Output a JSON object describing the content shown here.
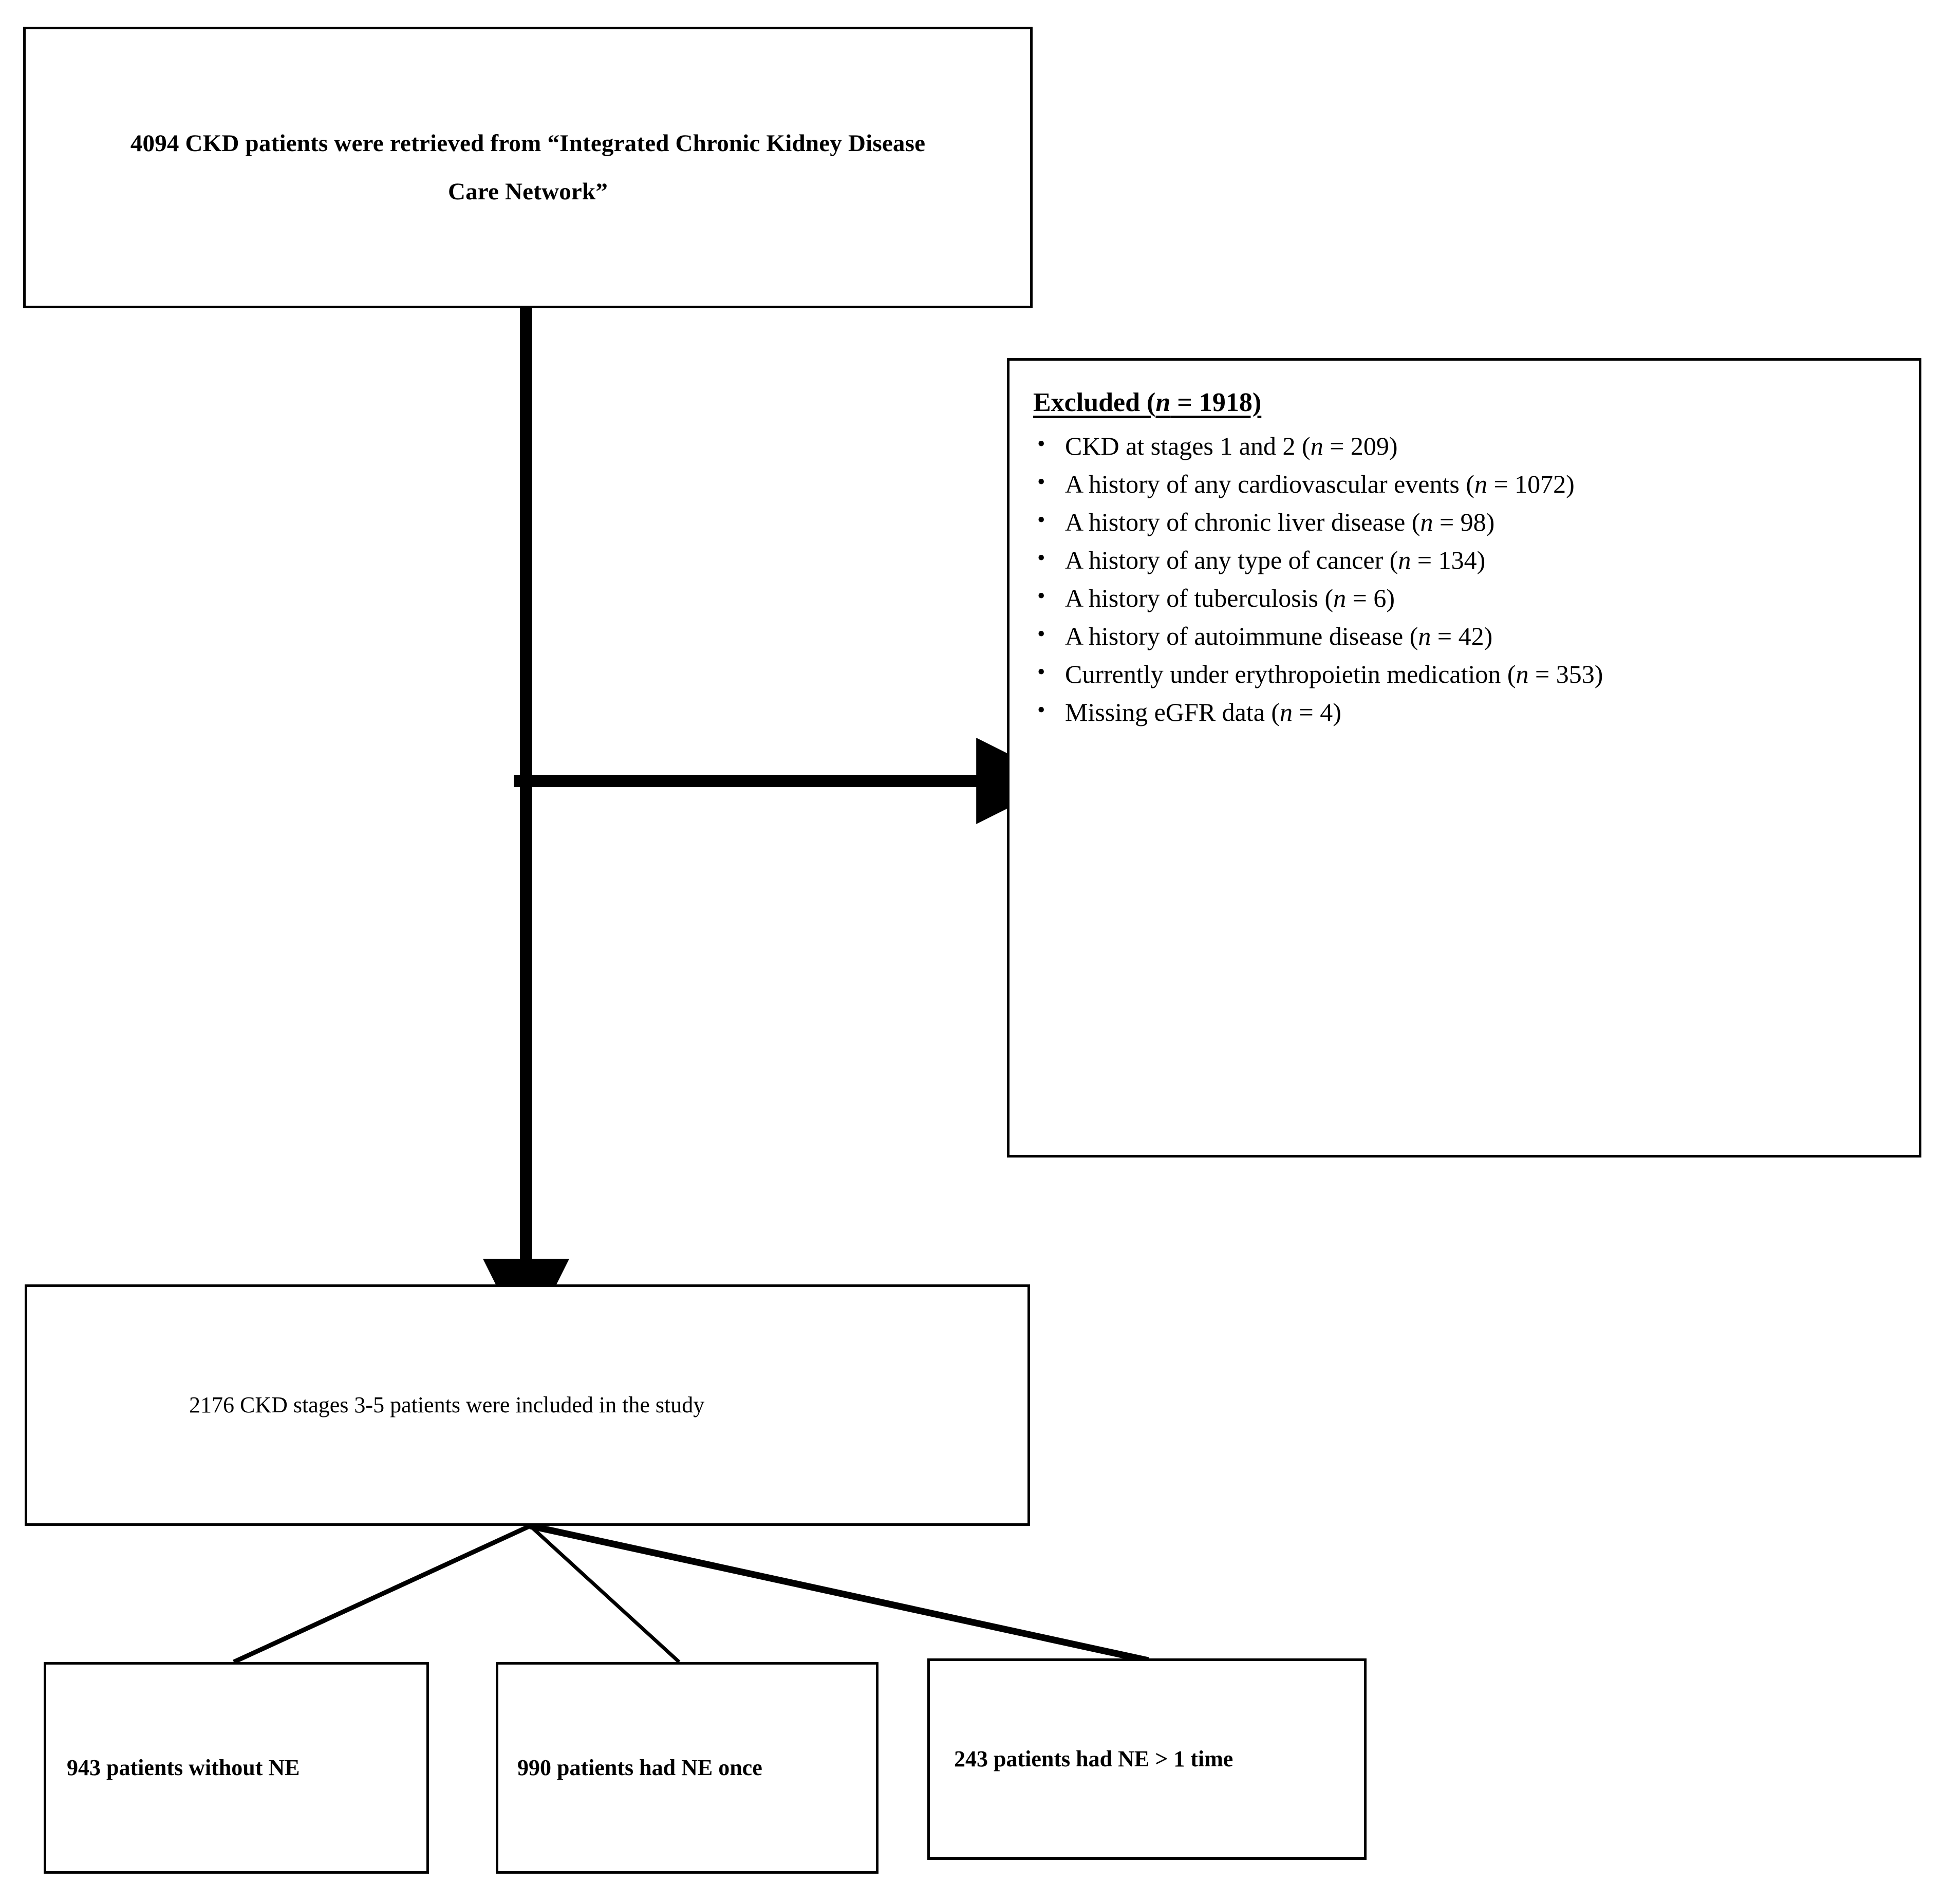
{
  "diagram": {
    "title": "CKD patient cohort selection flowchart",
    "line_color": "#000000",
    "background_color": "#ffffff"
  },
  "nodes": {
    "source": {
      "line1": "4094 CKD patients were retrieved from “Integrated Chronic Kidney Disease",
      "line2": "Care Network”",
      "count": "4094"
    },
    "excluded": {
      "heading_prefix": "Excluded (",
      "heading_n": "n",
      "heading_suffix": " = 1918)",
      "total": "1918",
      "bullet_glyph": "•",
      "items": [
        {
          "label": "CKD at stages 1 and 2 (",
          "n_symbol": "n",
          "value": " = 209)",
          "count": "209"
        },
        {
          "label": "A history of any cardiovascular events (",
          "n_symbol": "n",
          "value": " = 1072)",
          "count": "1072"
        },
        {
          "label": "A history of chronic liver disease (",
          "n_symbol": "n",
          "value": " = 98)",
          "count": "98"
        },
        {
          "label": "A history of any type of cancer (",
          "n_symbol": "n",
          "value": " = 134)",
          "count": "134"
        },
        {
          "label": "A history of tuberculosis (",
          "n_symbol": "n",
          "value": " = 6)",
          "count": "6"
        },
        {
          "label": "A history of autoimmune disease (",
          "n_symbol": "n",
          "value": " = 42)",
          "count": "42"
        },
        {
          "label": "Currently under erythropoietin medication (",
          "n_symbol": "n",
          "value": " = 353)",
          "count": "353"
        },
        {
          "label": "Missing eGFR data (",
          "n_symbol": "n",
          "value": " = 4)",
          "count": "4"
        }
      ]
    },
    "included": {
      "text": "2176 CKD stages 3-5 patients were included in the study",
      "count": "2176"
    },
    "outcomes": [
      {
        "text": "943 patients without NE",
        "count": "943"
      },
      {
        "text": "990 patients had NE once",
        "count": "990"
      },
      {
        "text": "243 patients had NE > 1 time",
        "count": "243"
      }
    ]
  }
}
